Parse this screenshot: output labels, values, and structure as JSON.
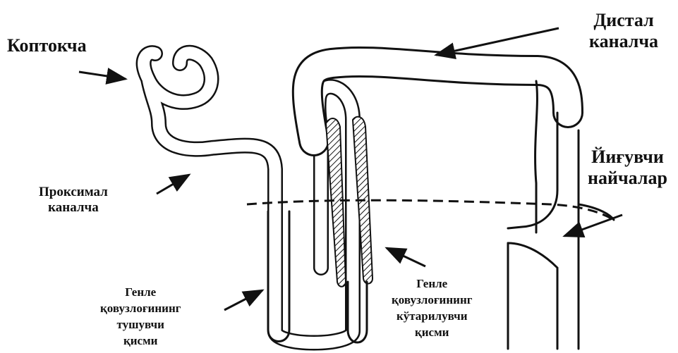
{
  "labels": {
    "glomerulus": "Коптокча",
    "distal": [
      "Дистал",
      "каналча"
    ],
    "collecting": [
      "Йиғувчи",
      "найчалар"
    ],
    "proximal": [
      "Проксимал",
      "каналча"
    ],
    "descending": [
      "Генле",
      "қовузлоғининг",
      "тушувчи",
      "қисми"
    ],
    "ascending": [
      "Генле",
      "қовузлоғининг",
      "кўтарилувчи",
      "қисми"
    ]
  },
  "colors": {
    "ink": "#111111",
    "background": "#ffffff"
  }
}
